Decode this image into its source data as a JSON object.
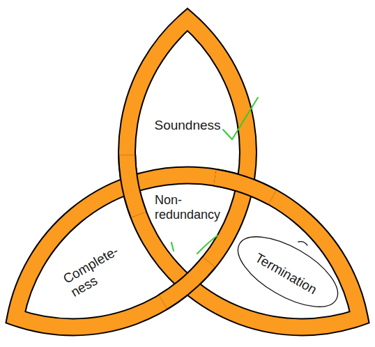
{
  "diagram": {
    "nodes": [
      {
        "text": [
          "Soundness"
        ]
      },
      {
        "text": [
          "Non- redundancy"
        ]
      },
      {
        "text": [
          "Complete- ness"
        ]
      },
      {
        "text": [
          "Termination"
        ]
      }
    ]
  }
}
